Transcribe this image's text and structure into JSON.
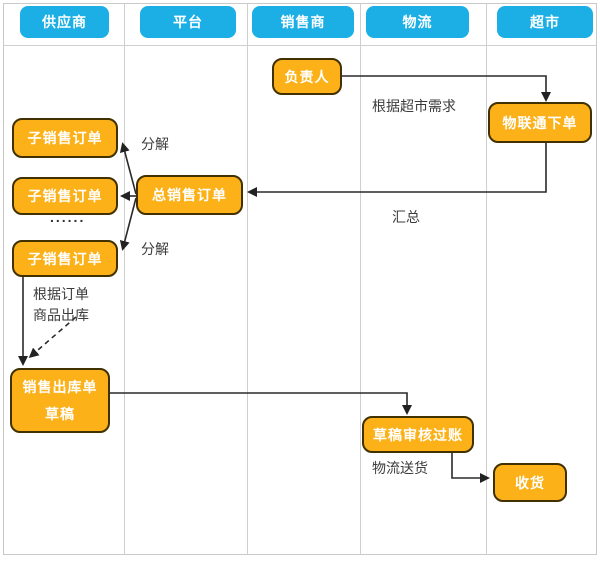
{
  "diagram": {
    "lanes": [
      {
        "label": "供应商"
      },
      {
        "label": "平台"
      },
      {
        "label": "销售商"
      },
      {
        "label": "物流"
      },
      {
        "label": "超市"
      }
    ],
    "nodes": {
      "person_in_charge": {
        "label": "负责人"
      },
      "iot_order": {
        "label": "物联通下单"
      },
      "total_sales_order": {
        "label": "总销售订单"
      },
      "sub_sales_order_1": {
        "label": "子销售订单"
      },
      "sub_sales_order_2": {
        "label": "子销售订单"
      },
      "sub_sales_order_3": {
        "label": "子销售订单"
      },
      "sales_outbound_draft": {
        "line1": "销售出库单",
        "line2": "草稿"
      },
      "draft_review_posting": {
        "label": "草稿审核过账"
      },
      "receive_goods": {
        "label": "收货"
      }
    },
    "annotations": {
      "per_supermarket_demand": "根据超市需求",
      "summarize": "汇总",
      "decompose_top": "分解",
      "decompose_bottom": "分解",
      "ellipsis": "......",
      "per_order": "根据订单",
      "goods_outbound": "商品出库",
      "logistics_delivery": "物流送货"
    },
    "colors": {
      "lane_header_fill": "#1BAFE6",
      "node_fill": "#FBB117",
      "node_border": "#413100",
      "grid_line": "#CFCFCF",
      "arrow": "#222222",
      "node_text": "#FFFFFF"
    }
  }
}
